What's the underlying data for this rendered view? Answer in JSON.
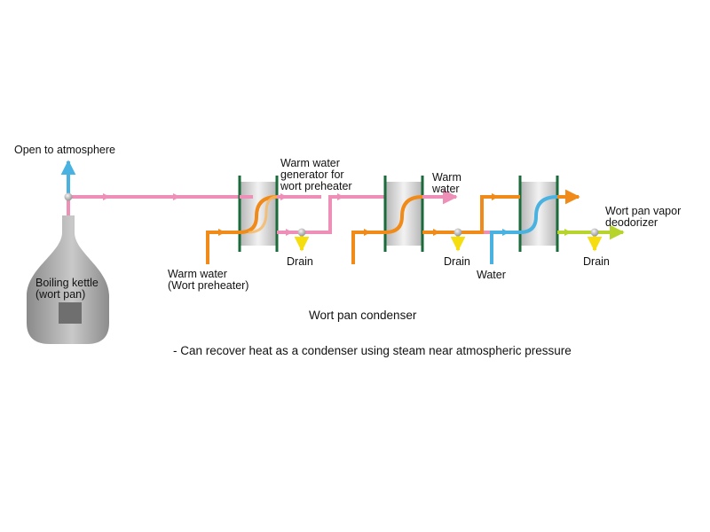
{
  "labels": {
    "open_atmosphere": "Open to atmosphere",
    "boiling_kettle": "Boiling kettle\n(wort pan)",
    "warm_water_generator": "Warm water\ngenerator for\nwort preheater",
    "warm_water_out": "Warm\nwater",
    "warm_water_in": "Warm water\n(Wort preheater)",
    "drain_1": "Drain",
    "drain_2": "Drain",
    "drain_3": "Drain",
    "water": "Water",
    "vapor_deodorizer": "Wort pan vapor\ndeodorizer"
  },
  "caption": {
    "title": "Wort pan condenser",
    "note": "- Can recover heat as a condenser using steam near atmospheric pressure"
  },
  "colors": {
    "steam": "#ee8fb8",
    "steam_light": "#f8c6dc",
    "warm": "#f08a18",
    "warm_light": "#f7c640",
    "cold": "#4ab2e0",
    "deodorized": "#b6d42c",
    "drain": "#f5dd10",
    "atmosphere": "#4ab2e0",
    "plate": "#1a6a3a",
    "kettle": "#9c9c9c",
    "valve": "#a8a8a8"
  }
}
